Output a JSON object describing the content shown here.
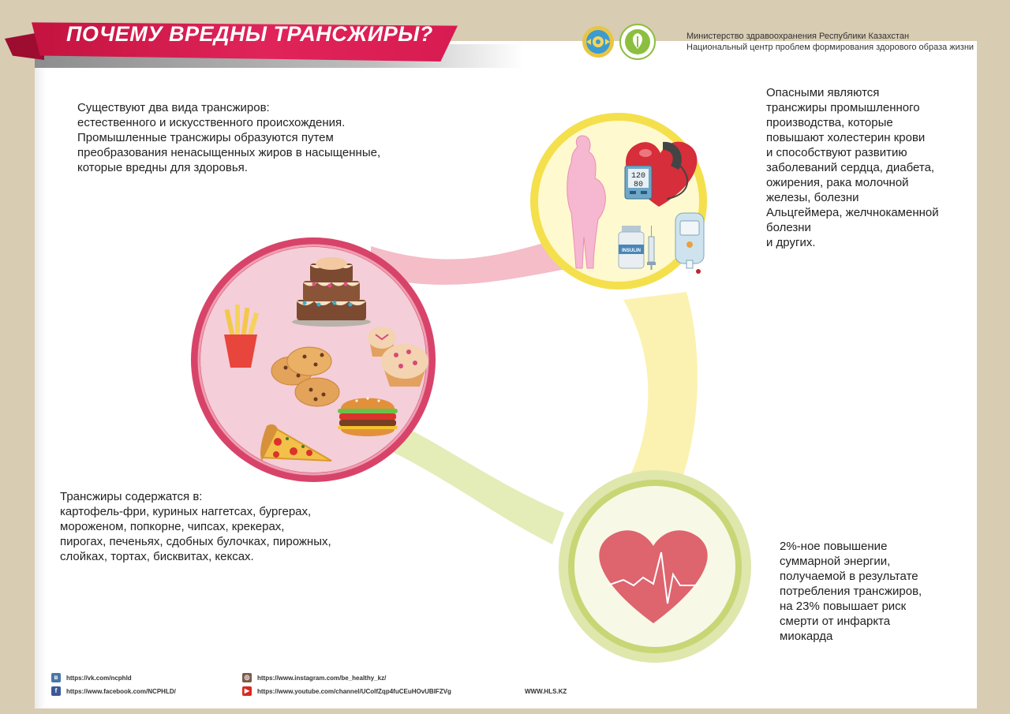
{
  "header": {
    "title": "ПОЧЕМУ ВРЕДНЫ ТРАНСЖИРЫ?",
    "ministry_line1": "Министерство здравоохранения Республики Казахстан",
    "ministry_line2": "Национальный центр проблем формирования здорового образа жизни"
  },
  "intro": {
    "lines": [
      "Существуют два вида трансжиров:",
      "естественного и искусственного происхождения.",
      "Промышленные трансжиры образуются путем",
      "преобразования ненасыщенных жиров в насыщенные,",
      "которые вредны для здоровья."
    ]
  },
  "danger": {
    "lines": [
      "Опасными являются",
      "трансжиры промышленного",
      "производства, которые",
      "повышают холестерин крови",
      "и способствуют развитию",
      "заболеваний сердца, диабета,",
      "ожирения, рака молочной",
      "железы, болезни",
      "Альцгеймера, желчнокаменной",
      "болезни",
      "и других."
    ]
  },
  "sources": {
    "lines": [
      "Трансжиры содержатся в:",
      "картофель-фри, куриных наггетсах, бургерах,",
      "мороженом, попкорне, чипсах, крекерах,",
      "пирогах, печеньях, сдобных булочках, пирожных,",
      "слойках, тортах, бисквитах, кексах."
    ]
  },
  "risk": {
    "lines": [
      "2%-ное повышение",
      "суммарной энергии,",
      "получаемой в результате",
      "потребления трансжиров,",
      "на 23% повышает риск",
      "смерти от инфаркта",
      "миокарда"
    ]
  },
  "monitor": {
    "top": "120",
    "bottom": "80"
  },
  "insulin_label": "INSULIN",
  "footer": {
    "vk": "https://vk.com/ncphld",
    "facebook": "https://www.facebook.com/NCPHLD/",
    "instagram": "https://www.instagram.com/be_healthy_kz/",
    "youtube": "https://www.youtube.com/channel/UCoIfZqp4fuCEuHOvUBIFZVg",
    "site": "WWW.HLS.KZ"
  },
  "colors": {
    "pink_ring": "#d8436a",
    "pink_fill": "#f2c1cd",
    "yellow_ring": "#f2e24a",
    "yellow_fill": "#fff6a6",
    "green_ring": "#c6d77a",
    "green_fill": "#e8efc0",
    "heart": "#de646e"
  },
  "icons": [
    "vk-icon",
    "facebook-icon",
    "instagram-icon",
    "youtube-icon",
    "emblem-icon",
    "healthy-lifestyle-logo-icon",
    "heart-pulse-icon",
    "obese-silhouette-icon",
    "blood-pressure-monitor-icon",
    "insulin-vial-icon",
    "syringe-icon",
    "glucometer-icon",
    "cake-icon",
    "fries-icon",
    "cookies-icon",
    "muffin-icon",
    "burger-icon",
    "pizza-icon"
  ]
}
